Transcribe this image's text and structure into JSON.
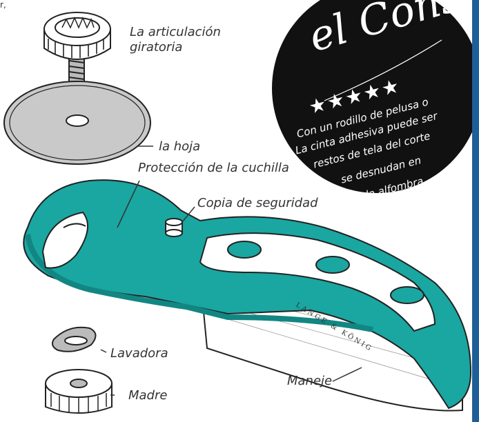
{
  "corner_text": "r,",
  "parts": {
    "pivot": "La articulación\ngiratoria",
    "blade": "la hoja",
    "blade_guard": "Protección de la cuchilla",
    "backup": "Copia de seguridad",
    "washer": "Lavadora",
    "nut": "Madre",
    "handle": "Maneje"
  },
  "brand": "LANGE & KÖNIG",
  "tip": {
    "title": "el Consejo",
    "stars": "★★★★★",
    "lines": [
      "Con un rodillo de pelusa o",
      "La cinta adhesiva puede ser",
      "restos de tela del corte",
      "se desnudan en",
      "la alfombra."
    ]
  },
  "colors": {
    "teal": "#1aa6a1",
    "teal_dark": "#128683",
    "tip_bg": "#111111",
    "blade": "#c9c9c9",
    "sidebar": "#1f5f99"
  }
}
